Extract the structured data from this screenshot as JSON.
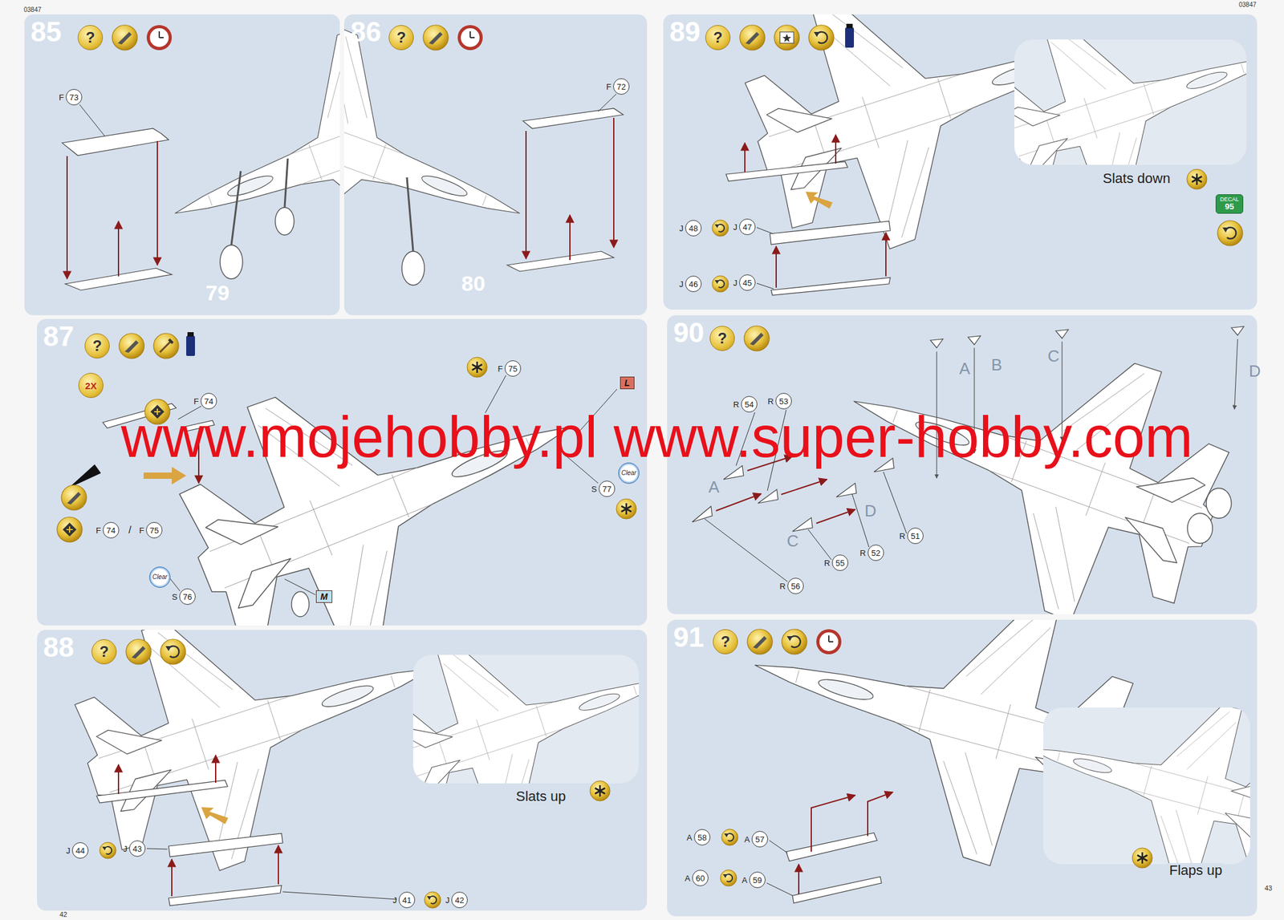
{
  "diagram": {
    "nodes": [
      {
        "text": [
          "85"
        ]
      },
      {
        "text": [
          "?"
        ],
        "in": 0
      },
      {
        "text": [
          "F",
          "73"
        ],
        "in": 0
      },
      {
        "text": [
          "86"
        ]
      },
      {
        "text": [
          "?"
        ],
        "in": 3
      },
      {
        "text": [
          "F",
          "72"
        ],
        "in": 3
      },
      {
        "text": [
          "87"
        ]
      },
      {
        "text": [
          "?"
        ],
        "in": 6
      },
      {
        "text": [
          "2X"
        ],
        "in": 6
      },
      {
        "text": [
          "F",
          "74"
        ],
        "in": 6
      },
      {
        "text": [
          "F",
          "74"
        ],
        "in": 6
      },
      {
        "text": [
          "F",
          "75"
        ],
        "in": 6
      },
      {
        "text": [
          "F",
          "75"
        ],
        "in": 6
      },
      {
        "text": [
          "L"
        ],
        "in": 6
      },
      {
        "text": [
          "Clear"
        ],
        "in": 6
      },
      {
        "text": [
          "S",
          "77"
        ],
        "in": 6
      },
      {
        "text": [
          "Clear"
        ],
        "in": 6
      },
      {
        "text": [
          "S",
          "76"
        ],
        "in": 6
      },
      {
        "text": [
          "M"
        ],
        "in": 6
      },
      {
        "text": [
          "88"
        ]
      },
      {
        "text": [
          "?"
        ],
        "in": 19
      },
      {
        "text": [
          "J",
          "44"
        ],
        "in": 19
      },
      {
        "text": [
          "J",
          "43"
        ],
        "in": 19
      },
      {
        "text": [
          "J",
          "41"
        ],
        "in": 19
      },
      {
        "text": [
          "J",
          "42"
        ],
        "in": 19
      },
      {
        "text": [
          "89"
        ]
      },
      {
        "text": [
          "?"
        ],
        "in": 25
      },
      {
        "text": [
          "DECAL",
          "95"
        ],
        "in": 25
      },
      {
        "text": [
          "J",
          "48"
        ],
        "in": 25
      },
      {
        "text": [
          "J",
          "47"
        ],
        "in": 25
      },
      {
        "text": [
          "J",
          "46"
        ],
        "in": 25
      },
      {
        "text": [
          "J",
          "45"
        ],
        "in": 25
      },
      {
        "text": [
          "90"
        ]
      },
      {
        "text": [
          "?"
        ],
        "in": 32
      },
      {
        "text": [
          "R",
          "54"
        ],
        "in": 32
      },
      {
        "text": [
          "R",
          "53"
        ],
        "in": 32
      },
      {
        "text": [
          "R",
          "51"
        ],
        "in": 32
      },
      {
        "text": [
          "R",
          "52"
        ],
        "in": 32
      },
      {
        "text": [
          "R",
          "55"
        ],
        "in": 32
      },
      {
        "text": [
          "R",
          "56"
        ],
        "in": 32
      },
      {
        "text": [
          "91"
        ]
      },
      {
        "text": [
          "?"
        ],
        "in": 40
      },
      {
        "text": [
          "A",
          "58"
        ],
        "in": 40
      },
      {
        "text": [
          "A",
          "57"
        ],
        "in": 40
      },
      {
        "text": [
          "A",
          "60"
        ],
        "in": 40
      },
      {
        "text": [
          "A",
          "59"
        ],
        "in": 40
      }
    ],
    "labels": [
      "03847",
      "03847",
      "79",
      "80",
      "/",
      "Slats up",
      "Slats down",
      "A",
      "B",
      "C",
      "D",
      "A",
      "D",
      "C",
      "Flaps up",
      "42",
      "43",
      "www.mojehobby.pl www.super-hobby.com"
    ]
  }
}
